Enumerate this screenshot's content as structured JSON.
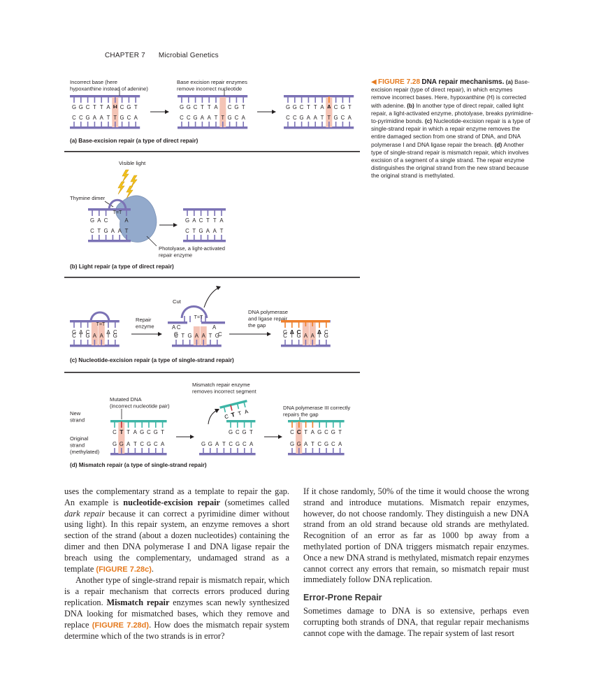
{
  "header": {
    "chapter": "CHAPTER 7",
    "title": "Microbial Genetics"
  },
  "figure": {
    "caption": {
      "marker": "◀",
      "number": "FIGURE 7.28",
      "title": "DNA repair mechanisms.",
      "parts": [
        {
          "label": "(a)",
          "text": "Base-excision repair (type of direct repair), in which enzymes remove incorrect bases. Here, hypoxanthine (H) is corrected with adenine."
        },
        {
          "label": "(b)",
          "text": "In another type of direct repair, called light repair, a light-activated enzyme, photolyase, breaks pyrimidine-to-pyrimidine bonds."
        },
        {
          "label": "(c)",
          "text": "Nucleotide-excision repair is a type of single-strand repair in which a repair enzyme removes the entire damaged section from one strand of DNA, and DNA polymerase I and DNA ligase repair the breach."
        },
        {
          "label": "(d)",
          "text": "Another type of single-strand repair is mismatch repair, which involves excision of a segment of a single strand. The repair enzyme distinguishes the original strand from the new strand because the original strand is methylated."
        }
      ]
    },
    "panel_a": {
      "label": "(a) Base-excision repair (a type of direct repair)",
      "note1": [
        "Incorrect base (here",
        "hypoxanthine instead of adenine)"
      ],
      "note2": [
        "Base excision repair enzymes",
        "remove incorrect nucleotide"
      ],
      "top1": [
        "G",
        "G",
        "C",
        "T",
        "T",
        "A",
        "H",
        "C",
        "G",
        "T"
      ],
      "top2": [
        "G",
        "G",
        "C",
        "T",
        "T",
        "A",
        "",
        "C",
        "G",
        "T"
      ],
      "top3": [
        "G",
        "G",
        "C",
        "T",
        "T",
        "A",
        "A",
        "C",
        "G",
        "T"
      ],
      "bottom": [
        "C",
        "C",
        "G",
        "A",
        "A",
        "T",
        "T",
        "G",
        "C",
        "A"
      ]
    },
    "panel_b": {
      "label": "(b) Light repair (a type of direct repair)",
      "light": "Visible light",
      "dimer": "Thymine dimer",
      "dimer_mark": "T=T",
      "top_left": [
        "G",
        "A",
        "C",
        "",
        "",
        "A"
      ],
      "top_right": [
        "G",
        "A",
        "C",
        "T",
        "T",
        "A"
      ],
      "bottom": [
        "C",
        "T",
        "G",
        "A",
        "A",
        "T"
      ],
      "enzyme": [
        "Photolyase, a light-activated",
        "repair enzyme"
      ]
    },
    "panel_c": {
      "label": "(c) Nucleotide-excision repair (a type of single-strand repair)",
      "top1": [
        "G",
        "A",
        "C",
        "",
        "",
        "A",
        "C"
      ],
      "dimer_mark": "T=T",
      "repair_enzyme": [
        "Repair",
        "enzyme"
      ],
      "cut": "Cut",
      "cut_left": "A C",
      "cut_right": "A",
      "cut_g": "G",
      "cut_c": "C",
      "poly": [
        "DNA polymerase",
        "and ligase repair",
        "the gap"
      ],
      "top3": [
        "G",
        "A",
        "C",
        "T",
        "T",
        "A",
        "C"
      ],
      "bottom": [
        "C",
        "T",
        "G",
        "A",
        "A",
        "T",
        "G"
      ]
    },
    "panel_d": {
      "label": "(d) Mismatch repair (a type of single-strand repair)",
      "new_strand": [
        "New",
        "strand"
      ],
      "original_strand": [
        "Original",
        "strand",
        "(methylated)"
      ],
      "mutated": [
        "Mutated DNA",
        "(incorrect nucleotide pair)"
      ],
      "enzyme": [
        "Mismatch repair enzyme",
        "removes incorrect segment"
      ],
      "poly": [
        "DNA polymerase III correctly",
        "repairs the gap"
      ],
      "top1": [
        "C",
        "T",
        "T",
        "A",
        "G",
        "C",
        "G",
        "T"
      ],
      "removed": [
        "C",
        "T",
        "T",
        "A"
      ],
      "top2": [
        "G",
        "C",
        "G",
        "T"
      ],
      "top3": [
        "C",
        "C",
        "T",
        "A",
        "G",
        "C",
        "G",
        "T"
      ],
      "bottom": [
        "G",
        "G",
        "A",
        "T",
        "C",
        "G",
        "C",
        "A"
      ]
    }
  },
  "body": {
    "col1_p1": [
      {
        "t": "uses the complementary strand as a template to repair the gap. An example is "
      },
      {
        "t": "nucleotide-excision repair",
        "s": "term"
      },
      {
        "t": " (sometimes called "
      },
      {
        "t": "dark repair",
        "s": "em"
      },
      {
        "t": " because it can correct a pyrimidine dimer without using light). In this repair system, an enzyme removes a short section of the strand (about a dozen nucleotides) containing the dimer and then DNA polymerase I and DNA ligase repair the breach using the complementary, undamaged strand as a template "
      },
      {
        "t": "(FIGURE 7.28c)",
        "s": "ref"
      },
      {
        "t": "."
      }
    ],
    "col1_p2": [
      {
        "t": "Another type of single-strand repair is mismatch repair, which is a repair mechanism that corrects errors produced during replication. "
      },
      {
        "t": "Mismatch repair",
        "s": "term"
      },
      {
        "t": " enzymes scan newly synthesized DNA looking for mismatched bases, which they remove and replace "
      },
      {
        "t": "(FIGURE 7.28d)",
        "s": "ref"
      },
      {
        "t": ". How does the mismatch repair system determine which of the two strands is in error?"
      }
    ],
    "col2_p1": [
      {
        "t": "If it chose randomly, 50% of the time it would choose the wrong strand and introduce mutations. Mismatch repair enzymes, however, do not choose randomly. They distinguish a new DNA strand from an old strand because old strands are methylated. Recognition of an error as far as 1000 bp away from a methylated portion of DNA triggers mismatch repair enzymes. Once a new DNA strand is methylated, mismatch repair enzymes cannot correct any errors that remain, so mismatch repair must immediately follow DNA replication."
      }
    ],
    "subhead": "Error-Prone Repair",
    "col2_p2": [
      {
        "t": "Sometimes damage to DNA is so extensive, perhaps even corrupting both strands of DNA, that regular repair mechanisms cannot cope with the damage. The repair system of last resort"
      }
    ]
  },
  "colors": {
    "backbone": "#7b72b5",
    "highlight": "#f4c4b6",
    "new_strand": "#3db5a6",
    "repaired": "#ef7f2a",
    "mismatch": "#c8333b",
    "enzyme": "#8aa3c8",
    "light": "#f2c21b",
    "accent": "#e57a1e"
  }
}
